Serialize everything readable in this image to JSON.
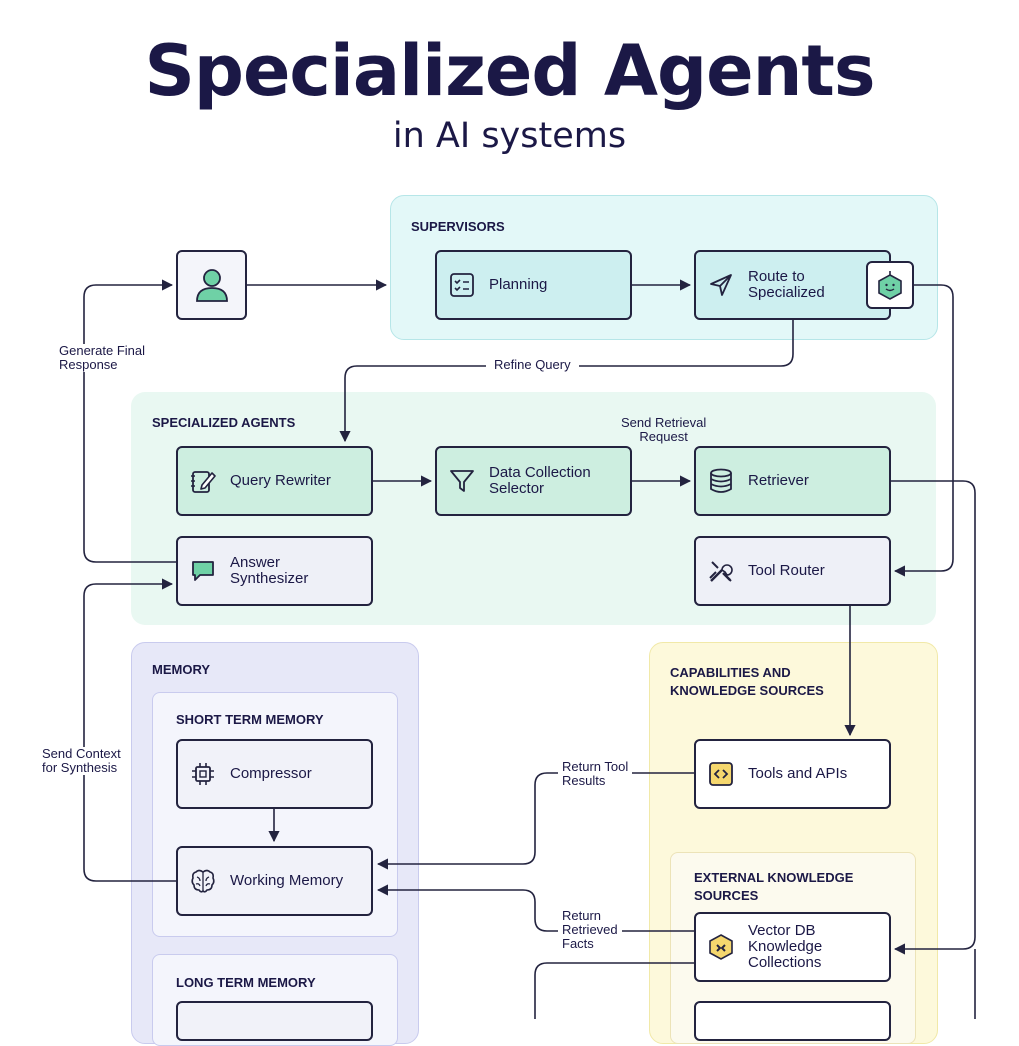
{
  "header": {
    "title": "Specialized Agents",
    "subtitle": "in AI systems"
  },
  "regions": {
    "supervisors": "SUPERVISORS",
    "specialized_agents": "SPECIALIZED AGENTS",
    "memory": "MEMORY",
    "short_term_memory": "SHORT TERM MEMORY",
    "long_term_memory": "LONG TERM MEMORY",
    "capabilities": "CAPABILITIES AND\nKNOWLEDGE SOURCES",
    "external_knowledge": "EXTERNAL KNOWLEDGE\nSOURCES"
  },
  "nodes": {
    "planning": "Planning",
    "route": "Route to\nSpecialized",
    "query_rewriter": "Query Rewriter",
    "data_collection": "Data Collection\nSelector",
    "retriever": "Retriever",
    "answer_synth": "Answer\nSynthesizer",
    "tool_router": "Tool Router",
    "compressor": "Compressor",
    "working_memory": "Working Memory",
    "tools_apis": "Tools and APIs",
    "vector_db": "Vector DB\nKnowledge\nCollections"
  },
  "edges": {
    "generate_final": "Generate Final\nResponse",
    "refine_query": "Refine Query",
    "send_retrieval": "Send Retrieval\nRequest",
    "send_context": "Send Context\nfor Synthesis",
    "return_tool": "Return Tool\nResults",
    "return_facts": "Return\nRetrieved\nFacts"
  },
  "colors": {
    "supervisors_bg": "#e3f8f8",
    "supervisors_node": "#cdeff0",
    "agents_bg": "#e9f8f2",
    "agents_node": "#cdeee0",
    "memory_bg": "#e7e8f8",
    "memory_inner": "#f4f5fc",
    "capabilities_bg": "#fdf9db",
    "ink": "#23233f"
  }
}
